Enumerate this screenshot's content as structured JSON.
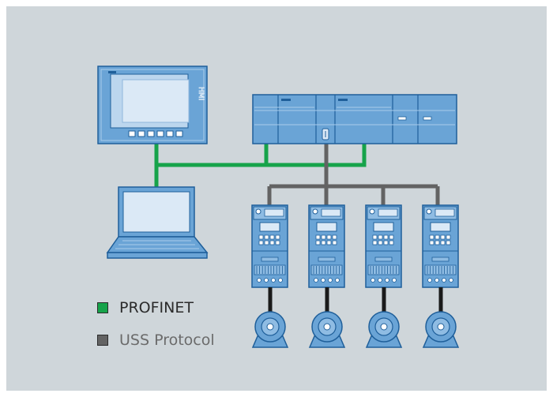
{
  "colors": {
    "background": "#cfd6da",
    "device_fill": "#6aa4d6",
    "device_stroke": "#1f5f9a",
    "screen_fill": "#dbe9f6",
    "profinet": "#16a34a",
    "uss": "#636363",
    "legend_text_profinet": "#2b2b2b",
    "legend_text_uss": "#6b6b6b"
  },
  "legend": {
    "profinet_label": "PROFINET",
    "uss_label": "USS Protocol"
  },
  "hmi_panel": {
    "label": "HMI"
  },
  "drives": [
    "drive-1",
    "drive-2",
    "drive-3",
    "drive-4"
  ]
}
